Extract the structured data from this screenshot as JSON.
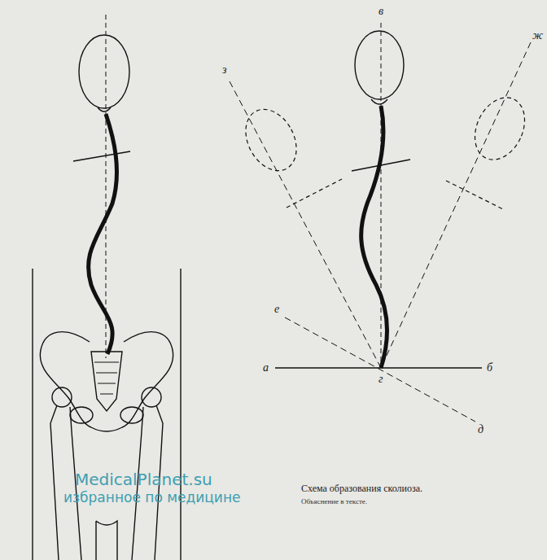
{
  "diagram": {
    "caption": "Схема образования сколиоза.",
    "labels": [
      "з",
      "в",
      "ж",
      "е",
      "а",
      "г",
      "б",
      "д",
      "MedicalPlanet.su",
      "избранное по медицине",
      "Объяснение в тексте."
    ]
  }
}
